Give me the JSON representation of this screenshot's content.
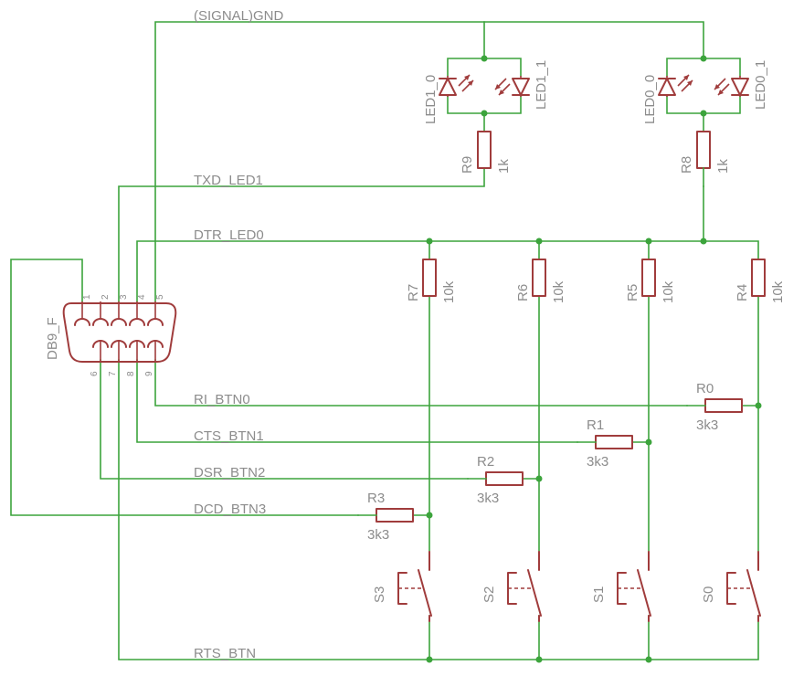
{
  "nets": {
    "gnd": "(SIGNAL)GND",
    "txd": "TXD_LED1",
    "dtr": "DTR_LED0",
    "ri": "RI_BTN0",
    "cts": "CTS_BTN1",
    "dsr": "DSR_BTN2",
    "dcd": "DCD_BTN3",
    "rts": "RTS_BTN"
  },
  "connector": {
    "name": "DB9_F",
    "pins": [
      "1",
      "2",
      "3",
      "4",
      "5",
      "6",
      "7",
      "8",
      "9"
    ]
  },
  "leds": {
    "led1_0": "LED1_0",
    "led1_1": "LED1_1",
    "led0_0": "LED0_0",
    "led0_1": "LED0_1"
  },
  "resistors": {
    "r9": {
      "name": "R9",
      "value": "1k"
    },
    "r8": {
      "name": "R8",
      "value": "1k"
    },
    "r7": {
      "name": "R7",
      "value": "10k"
    },
    "r6": {
      "name": "R6",
      "value": "10k"
    },
    "r5": {
      "name": "R5",
      "value": "10k"
    },
    "r4": {
      "name": "R4",
      "value": "10k"
    },
    "r0": {
      "name": "R0",
      "value": "3k3"
    },
    "r1": {
      "name": "R1",
      "value": "3k3"
    },
    "r2": {
      "name": "R2",
      "value": "3k3"
    },
    "r3": {
      "name": "R3",
      "value": "3k3"
    }
  },
  "switches": {
    "s3": "S3",
    "s2": "S2",
    "s1": "S1",
    "s0": "S0"
  },
  "colors": {
    "wire": "#3ca43c",
    "component": "#a03c3c",
    "label": "#8c8c8c",
    "background": "#ffffff"
  }
}
